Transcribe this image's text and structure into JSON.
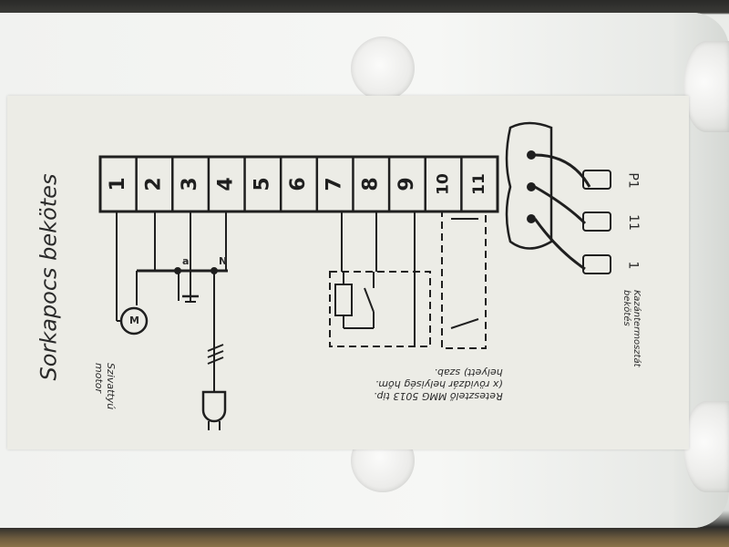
{
  "title": "Sorkapocs bekötes",
  "terminals": [
    "1",
    "2",
    "3",
    "4",
    "5",
    "6",
    "7",
    "8",
    "9",
    "10",
    "11"
  ],
  "bus_labels": {
    "a": "a",
    "n": "N"
  },
  "motor": {
    "symbol": "M",
    "caption_1": "Szivattyú",
    "caption_2": "motor"
  },
  "relay": {
    "line_1": "Retesztelő MMG 5013 tip.",
    "line_2": "(x rövidzár helyiség hőm.",
    "line_3": "helyett)   szab."
  },
  "room_thermostat": {
    "line_1": "Kazántermosztát",
    "line_2": "bekötés"
  },
  "connector_pins": [
    "1",
    "11",
    "P1"
  ],
  "colors": {
    "paper": "#ecece6",
    "ink": "#1f1f1f",
    "plastic": "#f1f2f0"
  }
}
